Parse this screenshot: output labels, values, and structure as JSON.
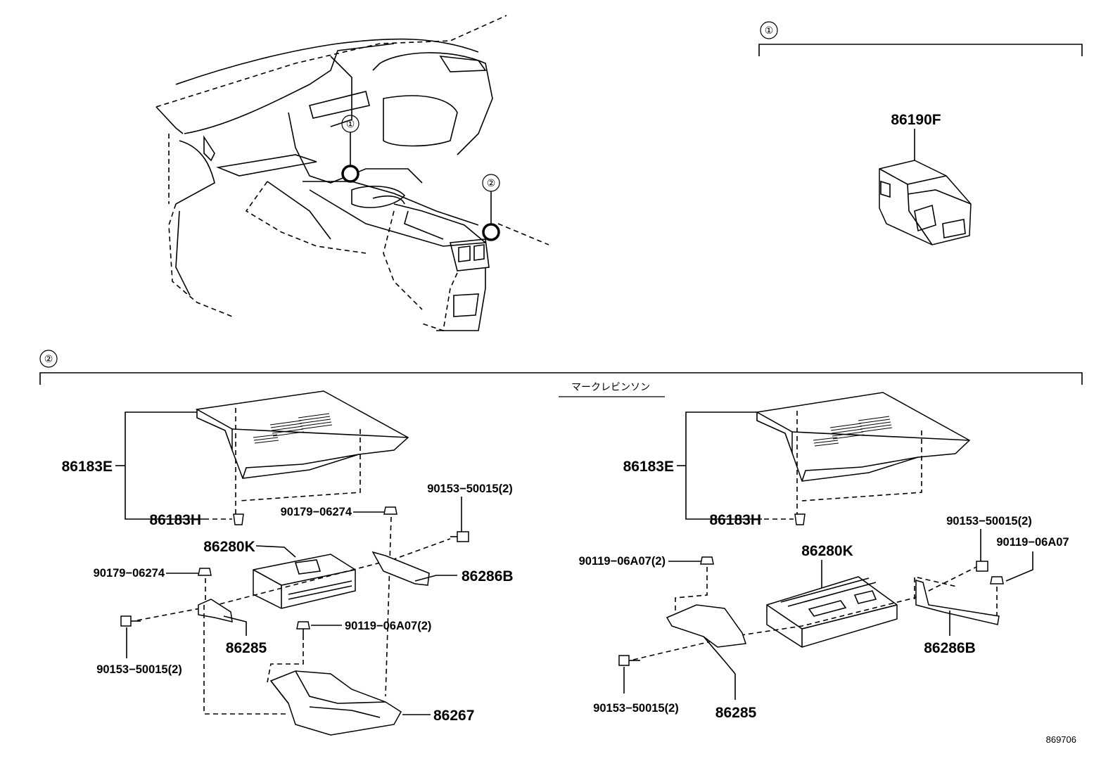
{
  "overview": {
    "callouts": [
      "①",
      "②"
    ]
  },
  "section_1": {
    "badge": "①",
    "parts": {
      "p86190F": "86190F"
    }
  },
  "section_2": {
    "badge": "②",
    "caption": "マークレビンソン",
    "left": {
      "p86183E": "86183E",
      "p86183H": "86183H",
      "p90179_a": "90179−06274",
      "p90153_a": "90153−50015(2)",
      "p86280K": "86280K",
      "p90179_b": "90179−06274",
      "p86286B": "86286B",
      "p90119": "90119−06A07(2)",
      "p90153_b": "90153−50015(2)",
      "p86285": "86285",
      "p86267": "86267"
    },
    "right": {
      "p86183E": "86183E",
      "p86183H": "86183H",
      "p90153_a": "90153−50015(2)",
      "p90119_a": "90119−06A07",
      "p90119_b": "90119−06A07(2)",
      "p86280K": "86280K",
      "p86286B": "86286B",
      "p90153_b": "90153−50015(2)",
      "p86285": "86285"
    }
  },
  "figure_number": "869706"
}
